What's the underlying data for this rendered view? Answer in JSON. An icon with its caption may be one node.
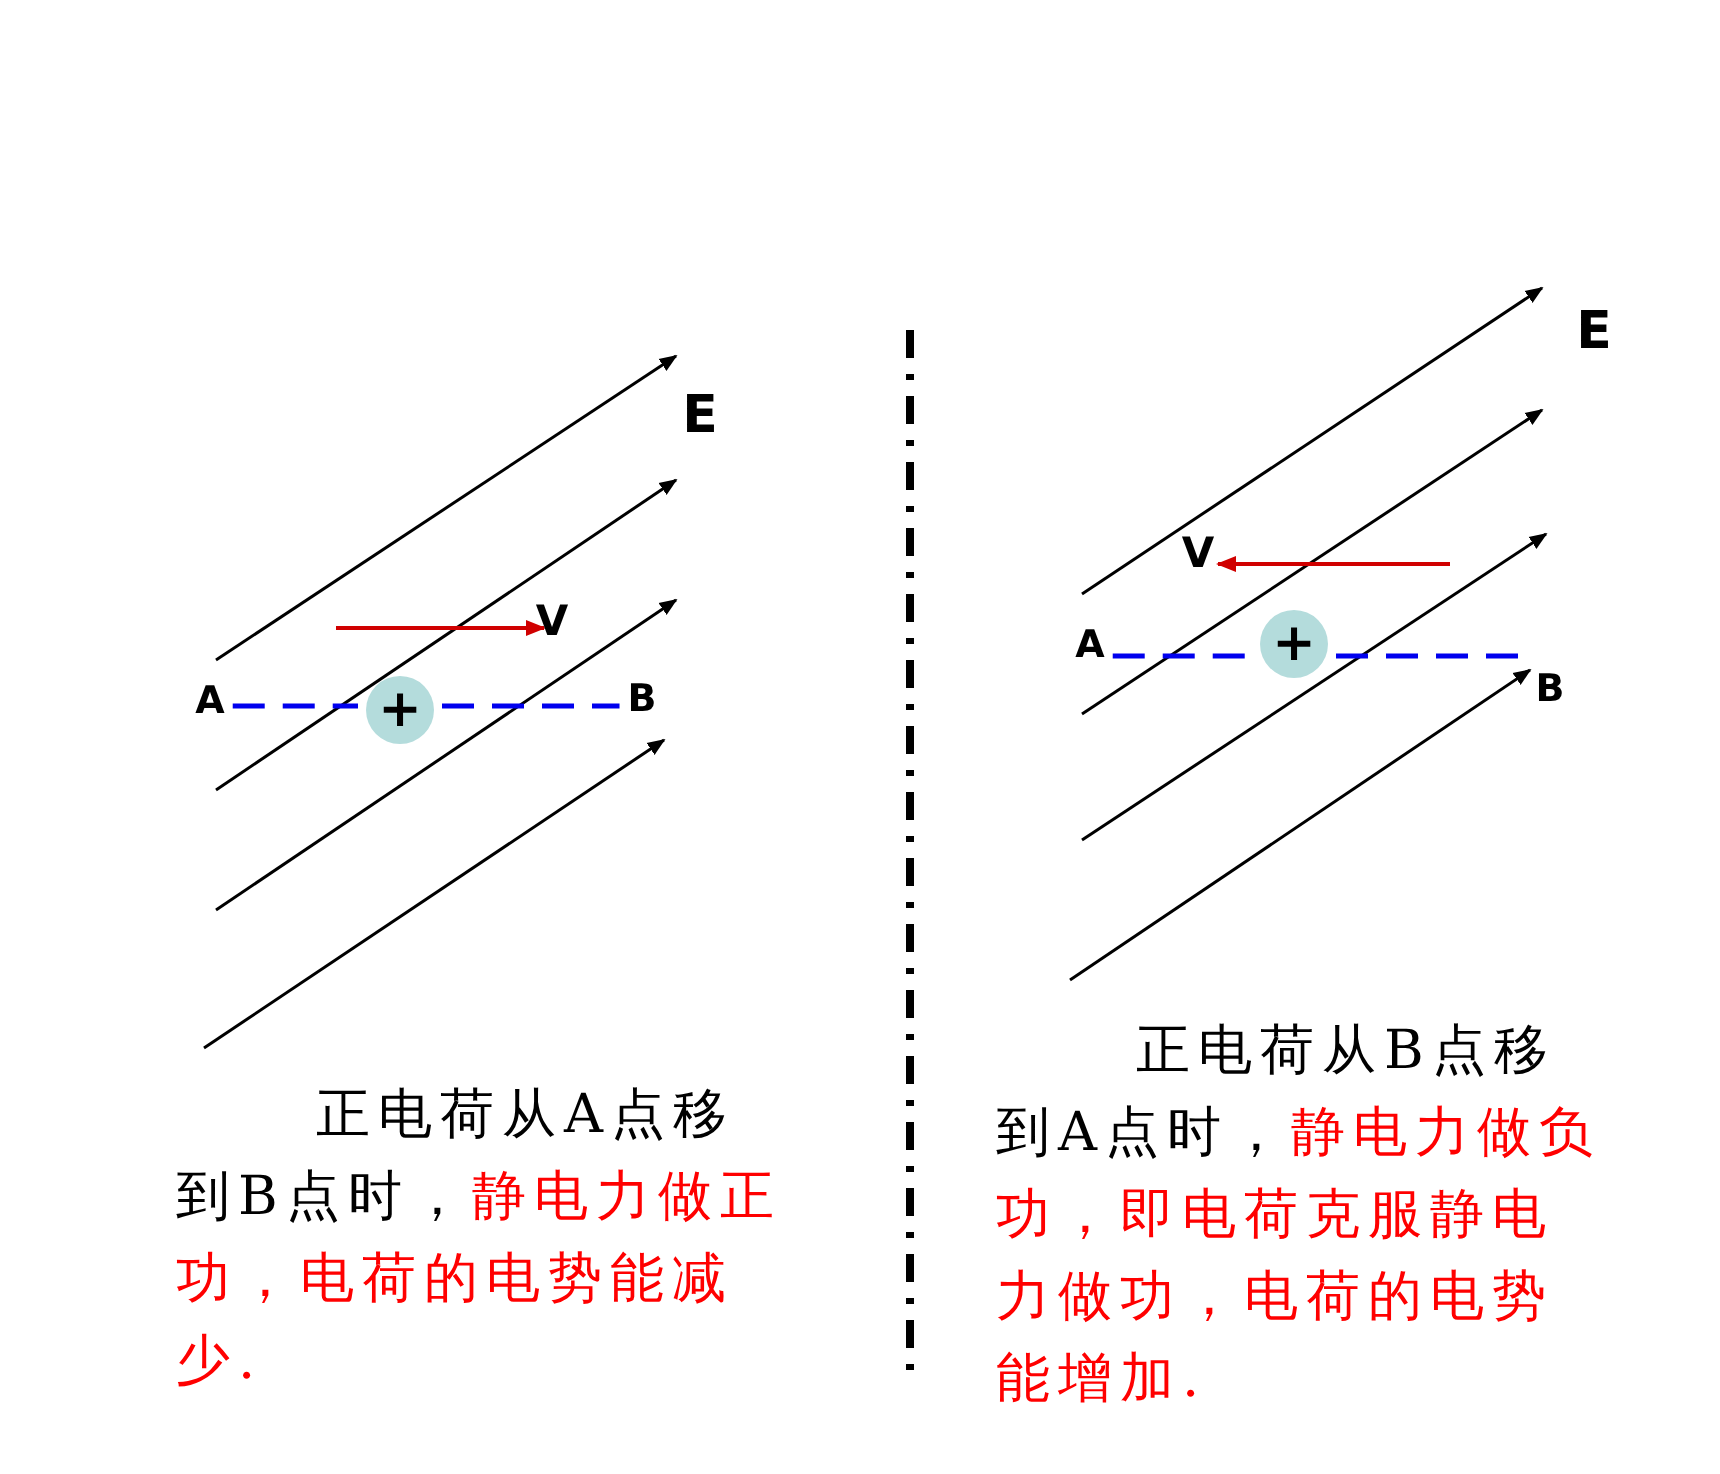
{
  "diagram": {
    "nodes": [
      {
        "text": [
          "A"
        ]
      },
      {
        "text": [
          "+"
        ]
      },
      {
        "text": [
          "B"
        ]
      },
      {
        "text": [
          "A"
        ]
      },
      {
        "text": [
          "+"
        ]
      },
      {
        "text": [
          "B"
        ]
      }
    ],
    "edges": [
      {
        "from": 0,
        "to": 1,
        "arrow": "none",
        "style": "dashed"
      },
      {
        "from": 1,
        "to": 2,
        "arrow": "none",
        "style": "dashed"
      },
      {
        "from": 3,
        "to": 4,
        "arrow": "none",
        "style": "dashed"
      },
      {
        "from": 4,
        "to": 5,
        "arrow": "none",
        "style": "dashed"
      }
    ],
    "labels": [
      "E",
      "V",
      "正电荷从A点移到B点时，",
      "静电力做正功，电荷的电势能减少.",
      "E",
      "V",
      "正电荷从B点移到A点时，",
      "静电力做负功，即电荷克服静电力做功，电荷的电势能增加."
    ]
  }
}
